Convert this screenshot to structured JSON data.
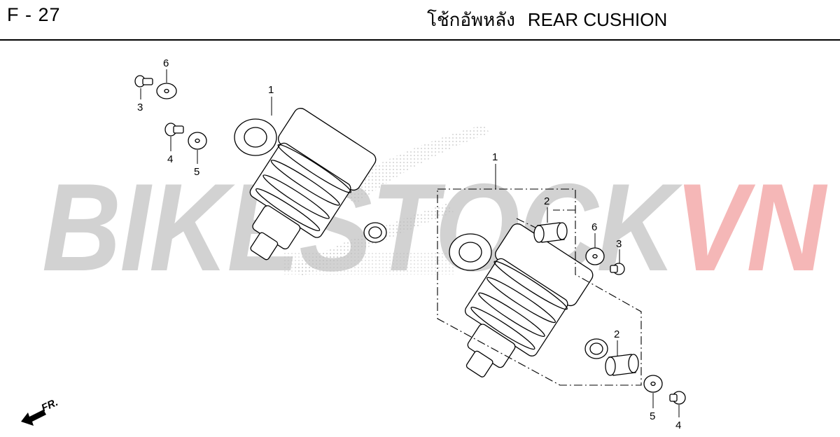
{
  "header": {
    "page_code": "F - 27",
    "title_thai": "โช้กอัพหลัง",
    "title_en": "REAR CUSHION"
  },
  "watermark": {
    "part_a": "BIKESTOCK",
    "part_b": "VN",
    "color_a": "#d2d2d2",
    "color_b": "#f5b7b7"
  },
  "callouts": {
    "left_shock": "1",
    "right_shock": "1",
    "bushing_upper": "2",
    "bushing_lower": "2",
    "bolt_upper_left": "3",
    "bolt_right": "3",
    "bolt_left": "4",
    "bolt_lower_right": "4",
    "washer_left": "5",
    "washer_lower_right": "5",
    "washer_upper_left": "6",
    "washer_right": "6"
  },
  "direction": {
    "label": "FR."
  }
}
